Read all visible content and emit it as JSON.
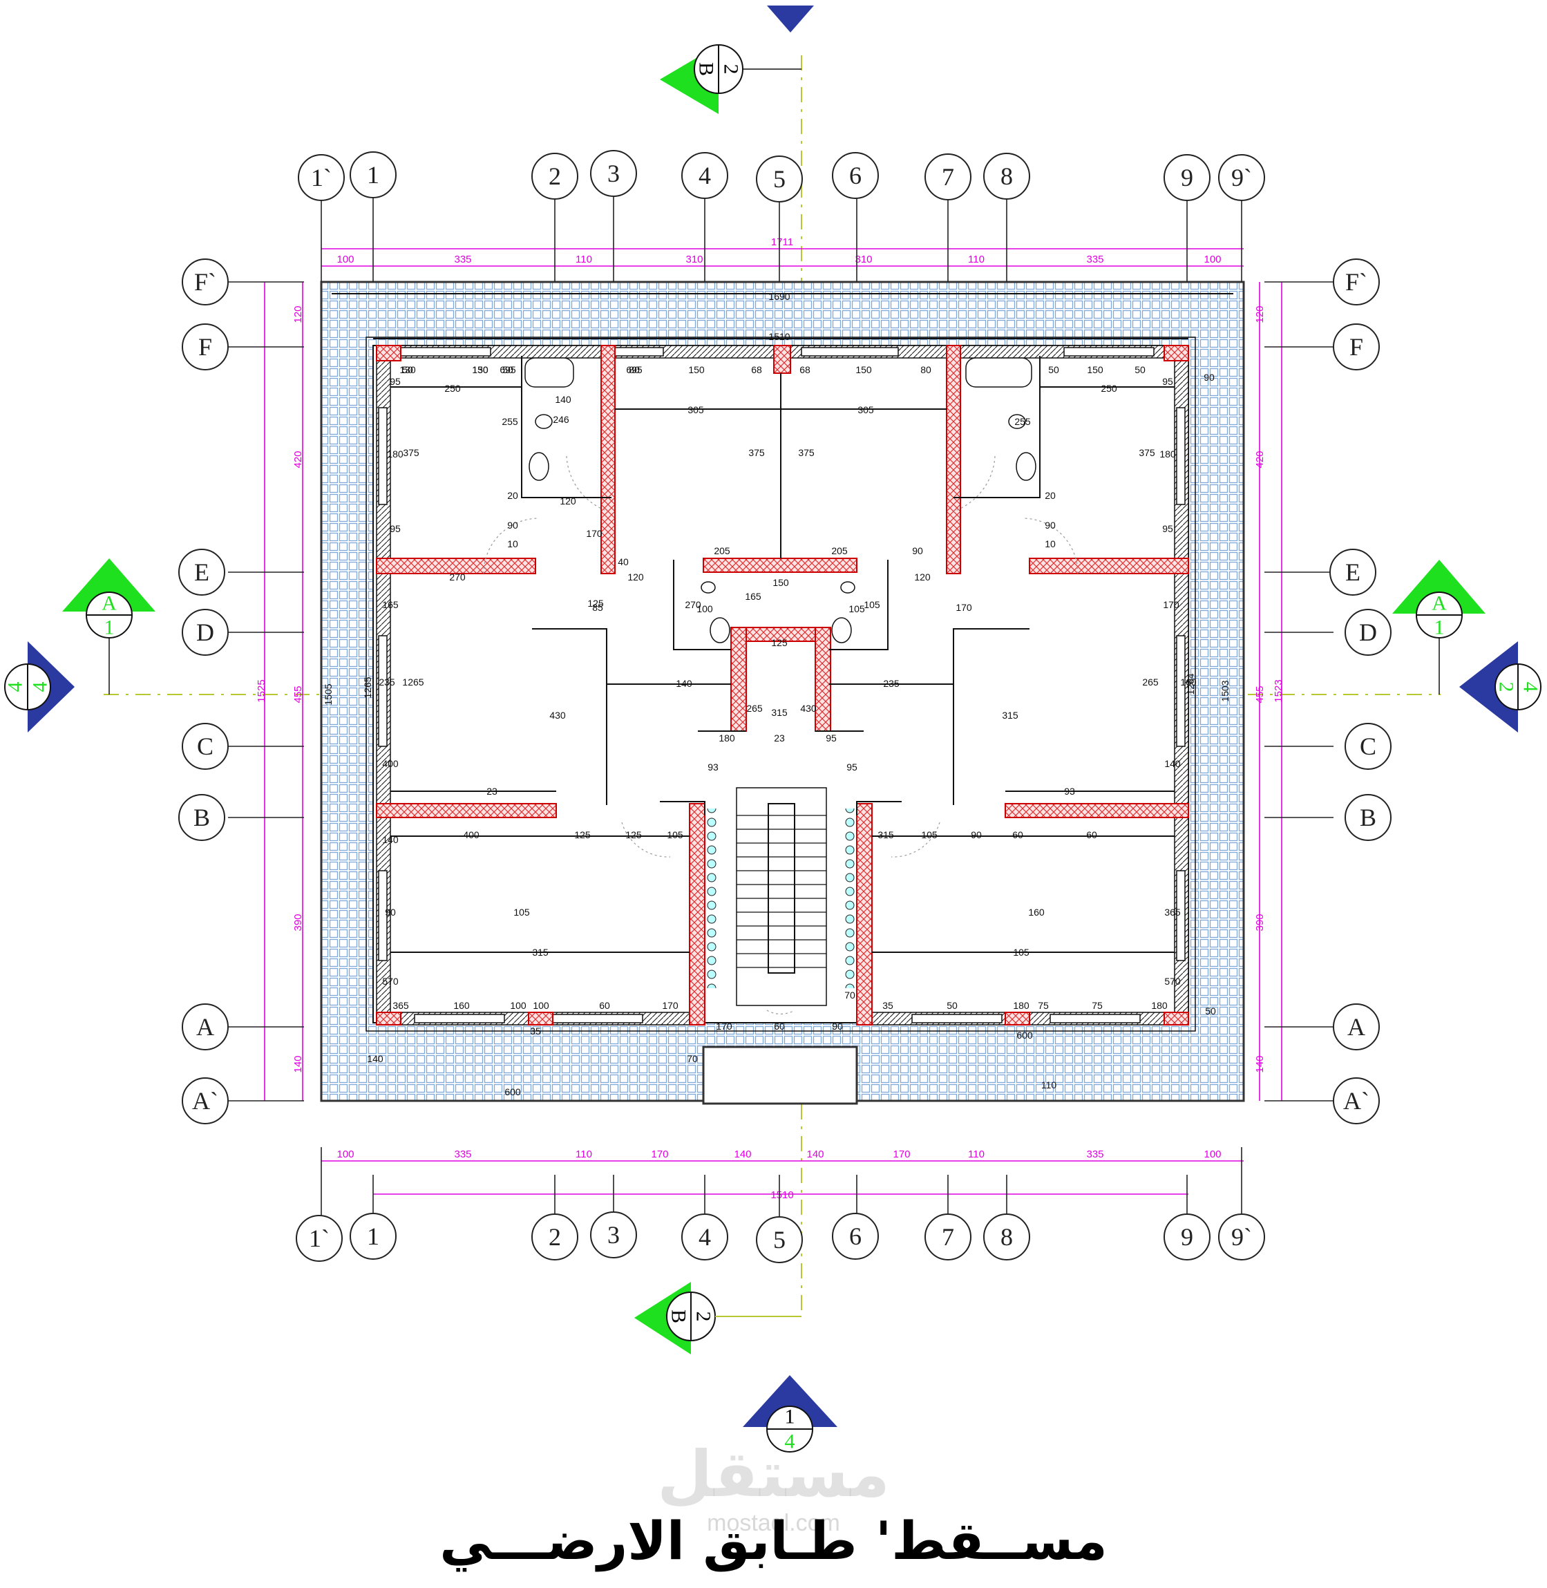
{
  "drawing": {
    "title": "مســقط' طـابق الارضـــي",
    "watermark": "مستقل",
    "watermark_url": "mostaql.com"
  },
  "grid": {
    "columns": [
      "1`",
      "1",
      "2",
      "3",
      "4",
      "5",
      "6",
      "7",
      "8",
      "9",
      "9`"
    ],
    "rows": [
      "F`",
      "F",
      "E",
      "D",
      "C",
      "B",
      "A",
      "A`"
    ]
  },
  "dims": {
    "top_total": "1711",
    "top_segments": [
      "100",
      "335",
      "110",
      "310",
      "310",
      "110",
      "335",
      "100"
    ],
    "bottom_total": "1510",
    "bottom_segments": [
      "100",
      "335",
      "110",
      "170",
      "140",
      "140",
      "170",
      "110",
      "335",
      "100"
    ],
    "left_total": "1525",
    "left_segments": [
      "120",
      "420",
      "455",
      "390",
      "140"
    ],
    "right_total": "1523",
    "right_segments": [
      "120",
      "420",
      "455",
      "390",
      "140"
    ],
    "inner_top": "1690",
    "inner_top2": "1510",
    "left_inner": [
      "1505",
      "1265"
    ],
    "right_inner": [
      "1264",
      "1503"
    ],
    "room_labels": [
      "50",
      "150",
      "50",
      "80",
      "150",
      "68",
      "68",
      "150",
      "80",
      "50",
      "150",
      "50",
      "250",
      "140",
      "305",
      "305",
      "250",
      "90",
      "95",
      "95",
      "255",
      "246",
      "375",
      "375",
      "375",
      "375",
      "255",
      "180",
      "180",
      "20",
      "120",
      "20",
      "90",
      "170",
      "90",
      "95",
      "95",
      "10",
      "10",
      "40",
      "205",
      "205",
      "90",
      "270",
      "120",
      "150",
      "120",
      "270",
      "165",
      "100",
      "105",
      "105",
      "165",
      "125",
      "85",
      "170",
      "170",
      "125",
      "140",
      "235",
      "235",
      "1265",
      "430",
      "315",
      "160",
      "265",
      "265",
      "315",
      "430",
      "180",
      "23",
      "95",
      "23",
      "93",
      "95",
      "93",
      "400",
      "140",
      "140",
      "400",
      "125",
      "125",
      "105",
      "315",
      "105",
      "90",
      "60",
      "60",
      "90",
      "105",
      "315",
      "105",
      "160",
      "365",
      "570",
      "570",
      "365",
      "160",
      "100",
      "100",
      "60",
      "170",
      "35",
      "50",
      "180",
      "75",
      "75",
      "180",
      "50",
      "35",
      "170",
      "60",
      "90",
      "600",
      "70",
      "140",
      "70",
      "600",
      "110",
      "130",
      "130",
      "695",
      "695"
    ]
  },
  "section_marks": [
    {
      "letter": "B",
      "num": "2"
    },
    {
      "letter": "A",
      "num": "1"
    },
    {
      "letter": "4",
      "num": "4"
    },
    {
      "letter": "A",
      "num": "1"
    },
    {
      "letter": "2",
      "num": "4"
    },
    {
      "letter": "B",
      "num": "2"
    },
    {
      "letter": "1",
      "num": "4"
    }
  ],
  "colors": {
    "wall_hatch": "#e03030",
    "dimension": "#e000e0",
    "tile": "#7fa8d8",
    "mark_green": "#1ee01e",
    "mark_blue": "#2b3aa0",
    "axis": "#b8c830"
  }
}
